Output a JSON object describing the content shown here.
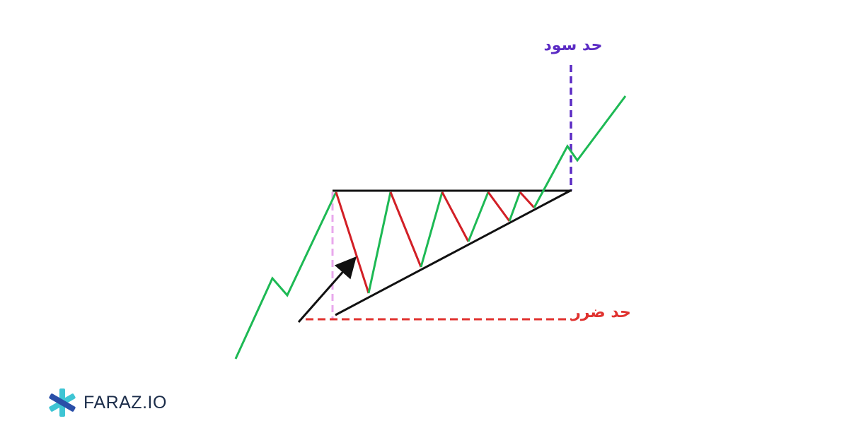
{
  "labels": {
    "take_profit": "حد سود",
    "stop_loss": "حد ضرر"
  },
  "brand": {
    "name": "FARAZ.IO",
    "logo_icon": "asterisk-logo-icon"
  },
  "colors": {
    "up_leg": "#1db954",
    "down_leg": "#d21f26",
    "trendline": "#111111",
    "take_profit": "#5b2bc4",
    "stop_loss": "#e0322f",
    "entry_marker": "#e8a8ec",
    "brand_text": "#1c2d4a",
    "brand_logo_primary": "#3ec5d4",
    "brand_logo_secondary": "#2a4fa8"
  }
}
